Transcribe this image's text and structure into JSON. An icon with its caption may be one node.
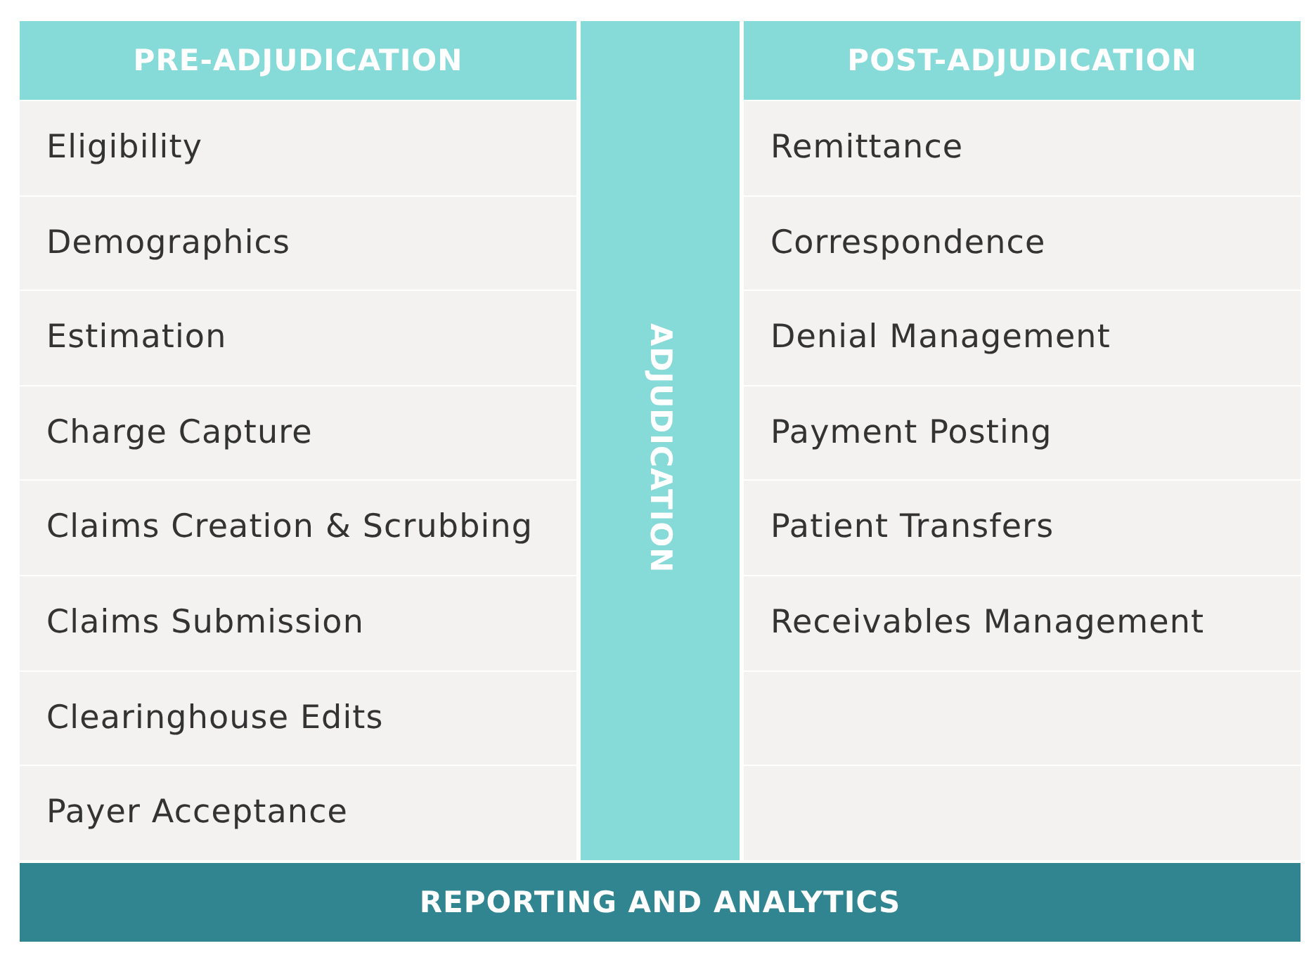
{
  "diagram": {
    "nodes": [
      {
        "text": [
          "PRE-ADJUDICATION"
        ]
      },
      {
        "text": [
          "Eligibility"
        ]
      },
      {
        "text": [
          "Demographics"
        ]
      },
      {
        "text": [
          "Estimation"
        ]
      },
      {
        "text": [
          "Charge Capture"
        ]
      },
      {
        "text": [
          "Claims Creation & Scrubbing"
        ]
      },
      {
        "text": [
          "Claims Submission"
        ]
      },
      {
        "text": [
          "Clearinghouse Edits"
        ]
      },
      {
        "text": [
          "Payer Acceptance"
        ]
      },
      {
        "text": [
          "ADJUDICATION"
        ]
      },
      {
        "text": [
          "POST-ADJUDICATION"
        ]
      },
      {
        "text": [
          "Remittance"
        ]
      },
      {
        "text": [
          "Correspondence"
        ]
      },
      {
        "text": [
          "Denial Management"
        ]
      },
      {
        "text": [
          "Payment Posting"
        ]
      },
      {
        "text": [
          "Patient Transfers"
        ]
      },
      {
        "text": [
          "Receivables Management"
        ]
      },
      {
        "text": [],
        "shape": "box"
      },
      {
        "text": [],
        "shape": "box"
      },
      {
        "text": [
          "REPORTING AND ANALYTICS"
        ]
      }
    ]
  }
}
